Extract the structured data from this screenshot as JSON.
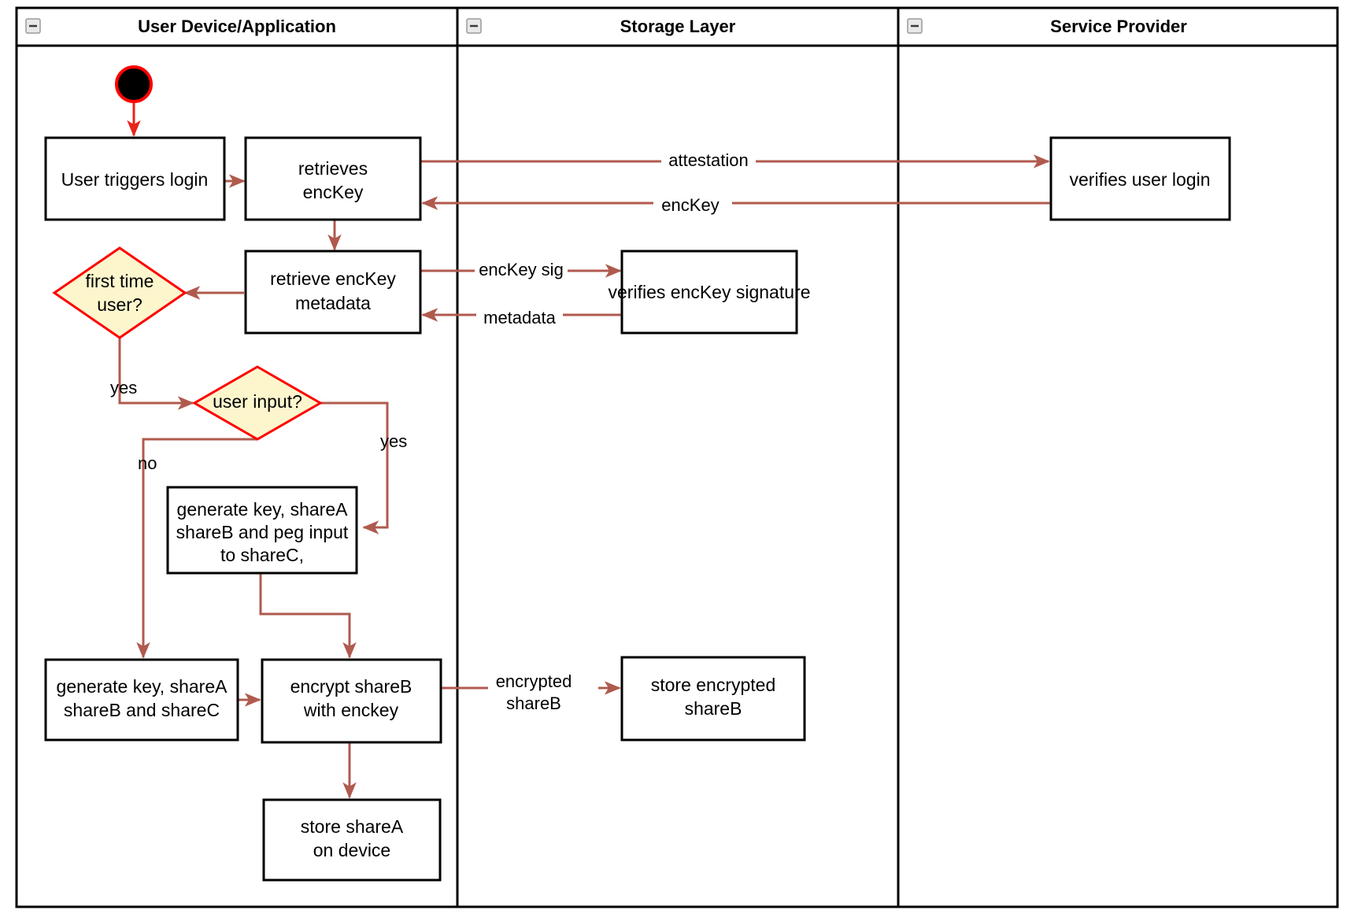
{
  "diagram": {
    "type": "uml-activity-swimlane",
    "title": "Login and key-share provisioning flow"
  },
  "lanes": [
    {
      "id": "user-device",
      "label": "User Device/Application",
      "collapse_icon": "minus-box-icon"
    },
    {
      "id": "storage-layer",
      "label": "Storage Layer",
      "collapse_icon": "minus-box-icon"
    },
    {
      "id": "service-provider",
      "label": "Service Provider",
      "collapse_icon": "minus-box-icon"
    }
  ],
  "nodes": {
    "start": {
      "kind": "initial-node",
      "label": ""
    },
    "user_triggers_login": {
      "kind": "action",
      "label": "User triggers login",
      "lane": "user-device"
    },
    "retrieves_enckey": {
      "kind": "action",
      "label": "retrieves\nencKey",
      "line1": "retrieves",
      "line2": "encKey",
      "lane": "user-device"
    },
    "verifies_user_login": {
      "kind": "action",
      "label": "verifies user login",
      "lane": "service-provider"
    },
    "retrieve_enckey_metadata": {
      "kind": "action",
      "line1": "retrieve encKey",
      "line2": "metadata",
      "lane": "user-device"
    },
    "verifies_enckey_signature": {
      "kind": "action",
      "label": "verifies encKey signature",
      "lane": "storage-layer"
    },
    "first_time_user": {
      "kind": "decision",
      "line1": "first time",
      "line2": "user?",
      "lane": "user-device"
    },
    "user_input": {
      "kind": "decision",
      "label": "user input?",
      "lane": "user-device"
    },
    "generate_peg": {
      "kind": "action",
      "line1": "generate key, shareA",
      "line2": "shareB and peg input",
      "line3": "to shareC,",
      "lane": "user-device"
    },
    "generate_shares": {
      "kind": "action",
      "line1": "generate key, shareA",
      "line2": "shareB and shareC",
      "lane": "user-device"
    },
    "encrypt_shareb": {
      "kind": "action",
      "line1": "encrypt shareB",
      "line2": "with enckey",
      "lane": "user-device"
    },
    "store_encrypted_shareb": {
      "kind": "action",
      "line1": "store encrypted",
      "line2": "shareB",
      "lane": "storage-layer"
    },
    "store_sharea": {
      "kind": "action",
      "line1": "store shareA",
      "line2": "on device",
      "lane": "user-device"
    }
  },
  "edge_labels": {
    "attestation": "attestation",
    "enckey": "encKey",
    "enckey_sig": "encKey sig",
    "metadata": "metadata",
    "first_time_yes": "yes",
    "user_input_yes": "yes",
    "user_input_no": "no",
    "encrypted_shareb_l1": "encrypted",
    "encrypted_shareb_l2": "shareB"
  },
  "colors": {
    "edge": "#b05a4e",
    "start_edge": "#e8241c",
    "decision_fill": "#fdf6cd",
    "decision_stroke": "#ff0000",
    "node_stroke": "#000000",
    "background": "#ffffff"
  }
}
